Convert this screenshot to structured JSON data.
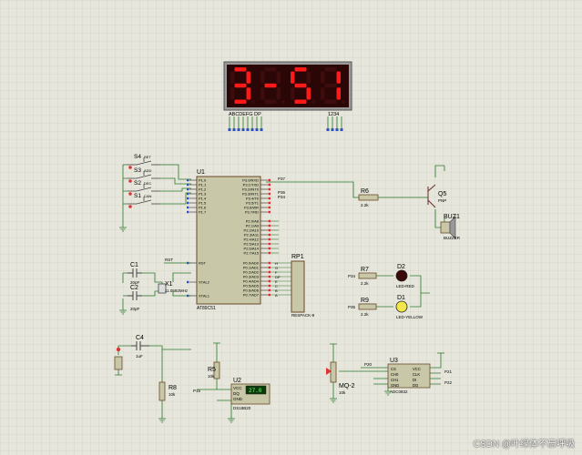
{
  "display": {
    "digits": [
      "3",
      "-",
      "5",
      "1"
    ],
    "segment_labels": "ABCDEFG DP",
    "digit_labels": "1234",
    "segment_color": "#ff1a1a",
    "background_color": "#2a0606"
  },
  "components": {
    "mcu": {
      "ref": "U1",
      "part": "AT89C51"
    },
    "switches": [
      {
        "ref": "S4",
        "label": "SET"
      },
      {
        "ref": "S3",
        "label": "ADD"
      },
      {
        "ref": "S2",
        "label": "DEC"
      },
      {
        "ref": "S1",
        "label": "CAN"
      }
    ],
    "c1": {
      "ref": "C1",
      "value": "20pF"
    },
    "c2": {
      "ref": "C2",
      "value": "20pF"
    },
    "crystal": {
      "ref": "X1",
      "value": "11.0592MHz"
    },
    "c4": {
      "ref": "C4",
      "value": "1uF"
    },
    "r8": {
      "ref": "R8",
      "value": "10k"
    },
    "r5": {
      "ref": "R5",
      "value": "10k"
    },
    "u2": {
      "ref": "U2",
      "part": "DS18B20",
      "reading": "27.0",
      "pins": [
        "VCC",
        "DQ",
        "GND"
      ]
    },
    "rp1": {
      "ref": "RP1",
      "part": "RESPACK-8"
    },
    "r6": {
      "ref": "R6",
      "value": "2.2k"
    },
    "q5": {
      "ref": "Q5",
      "part": "PNP"
    },
    "buz": {
      "ref": "BUZ1",
      "part": "BUZZER"
    },
    "r7": {
      "ref": "R7",
      "value": "2.2k"
    },
    "r9": {
      "ref": "R9",
      "value": "2.2k"
    },
    "d2": {
      "ref": "D2",
      "part": "LED-RED"
    },
    "d1": {
      "ref": "D1",
      "part": "LED-YELLOW"
    },
    "mq": {
      "ref": "MQ-2",
      "value": "10k"
    },
    "u3": {
      "ref": "U3",
      "part": "ADC0832",
      "left_pins": [
        "CS",
        "CH0",
        "CH1",
        "GND"
      ],
      "right_pins": [
        "VCC",
        "CLK",
        "DI",
        "DO"
      ]
    }
  },
  "mcu_pins": {
    "left_top": [
      "P1.0",
      "P1.1",
      "P1.2",
      "P1.3",
      "P1.4",
      "P1.5",
      "P1.6",
      "P1.7"
    ],
    "left_mid": [
      "RST"
    ],
    "left_bottom": [
      "XTAL2",
      "XTAL1"
    ],
    "right_p3": [
      "P3.0/RXD",
      "P3.1/TXD",
      "P3.2/INT0",
      "P3.3/INT1",
      "P3.4/T0",
      "P3.5/T1",
      "P3.6/WR",
      "P3.7/RD"
    ],
    "right_p2": [
      "P2.0/A8",
      "P2.1/A9",
      "P2.2/A10",
      "P2.3/A11",
      "P2.4/A12",
      "P2.5/A13",
      "P2.6/A14",
      "P2.7/A15"
    ],
    "right_p0": [
      "P0.0/AD0",
      "P0.1/AD1",
      "P0.2/AD2",
      "P0.3/AD3",
      "P0.4/AD4",
      "P0.5/AD5",
      "P0.6/AD6",
      "P0.7/AD7"
    ]
  },
  "bus_letters": [
    "H",
    "G",
    "F",
    "DP",
    "E",
    "C",
    "B",
    "A"
  ],
  "net_labels": {
    "mcu_p37": "P37",
    "mcu_p36": "P36",
    "mcu_p34": "P34",
    "r6_in": "P37",
    "r7_in": "P34",
    "r9_in": "P35",
    "rst": "RST",
    "u2_dq": "P15",
    "u3_cs": "P20",
    "right_a": "P21",
    "right_b": "P22"
  },
  "watermark": "CSDN @叶绿体不忘呼吸"
}
